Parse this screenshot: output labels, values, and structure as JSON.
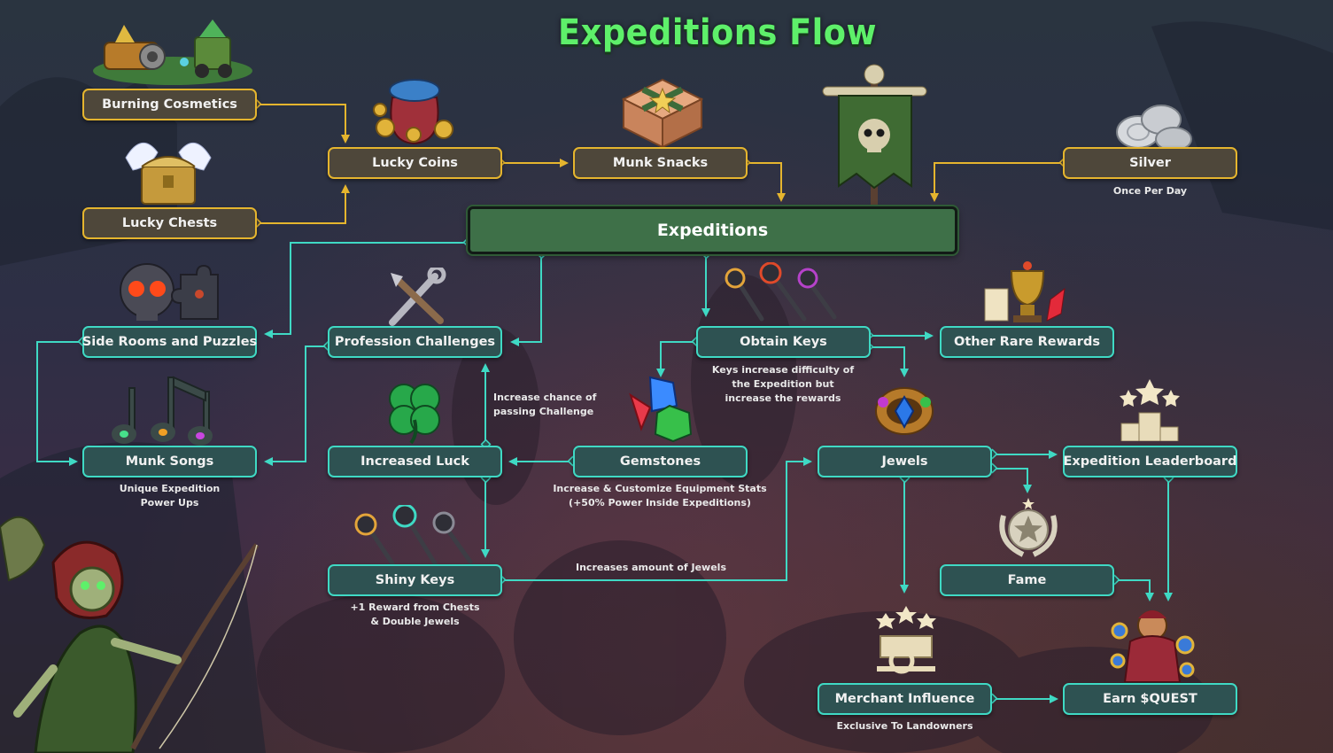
{
  "title": "Expeditions Flow",
  "colors": {
    "title": "#5ef06a",
    "gold_border": "#e5b52e",
    "teal_border": "#3fd9c4",
    "main_fill": "#3e7048"
  },
  "nodes": {
    "burning_cosmetics": "Burning Cosmetics",
    "lucky_chests": "Lucky Chests",
    "lucky_coins": "Lucky Coins",
    "munk_snacks": "Munk Snacks",
    "silver": "Silver",
    "expeditions": "Expeditions",
    "side_rooms": "Side Rooms and Puzzles",
    "profession_challenges": "Profession Challenges",
    "obtain_keys": "Obtain Keys",
    "other_rare_rewards": "Other Rare Rewards",
    "munk_songs": "Munk Songs",
    "increased_luck": "Increased Luck",
    "gemstones": "Gemstones",
    "jewels": "Jewels",
    "expedition_leaderboard": "Expedition Leaderboard",
    "shiny_keys": "Shiny Keys",
    "fame": "Fame",
    "merchant_influence": "Merchant Influence",
    "earn_quest": "Earn $QUEST"
  },
  "notes": {
    "silver": "Once Per Day",
    "obtain_keys": [
      "Keys increase difficulty of",
      "the Expedition but",
      "increase the rewards"
    ],
    "increased_luck": [
      "Increase chance of",
      "passing Challenge"
    ],
    "munk_songs": [
      "Unique Expedition",
      "Power Ups"
    ],
    "gemstones": [
      "Increase & Customize Equipment Stats",
      "(+50% Power Inside Expeditions)"
    ],
    "shiny_keys_link": "Increases amount of Jewels",
    "shiny_keys": [
      "+1 Reward from Chests",
      "& Double Jewels"
    ],
    "merchant_influence": "Exclusive To Landowners"
  },
  "icons": [
    "cosmetics-icon",
    "treasure-chest-icon",
    "coin-pouch-icon",
    "snack-box-icon",
    "skull-banner-icon",
    "silver-coins-icon",
    "skull-puzzle-icon",
    "tools-icon",
    "keys-icon",
    "trophy-icon",
    "music-notes-icon",
    "clover-icon",
    "gem-icon",
    "jewel-icon",
    "podium-icon",
    "shiny-keys-icon",
    "fame-medal-icon",
    "cart-icon",
    "merchant-icon",
    "skeleton-archer-icon"
  ]
}
